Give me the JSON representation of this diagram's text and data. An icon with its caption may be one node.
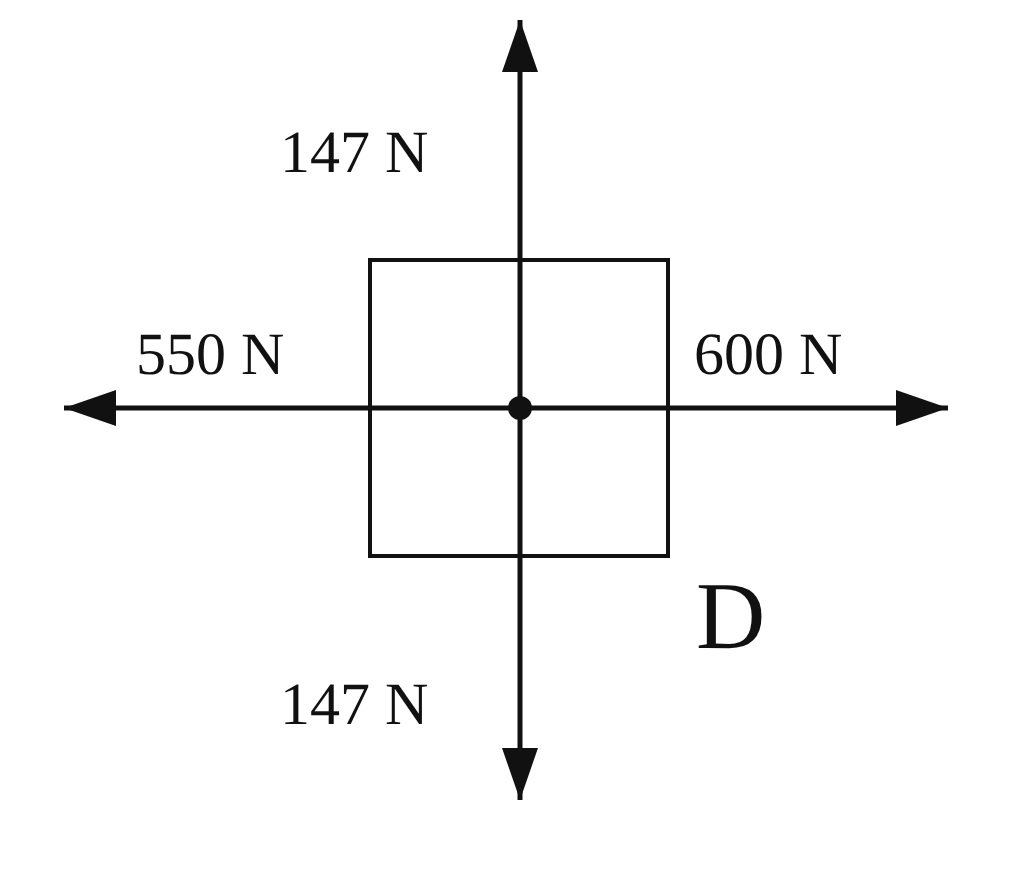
{
  "diagram": {
    "nodes": [
      {
        "text": [],
        "shape": "box",
        "beside": [
          "D"
        ]
      }
    ],
    "labels": [
      "147 N",
      "550 N",
      "600 N",
      "147 N"
    ]
  }
}
